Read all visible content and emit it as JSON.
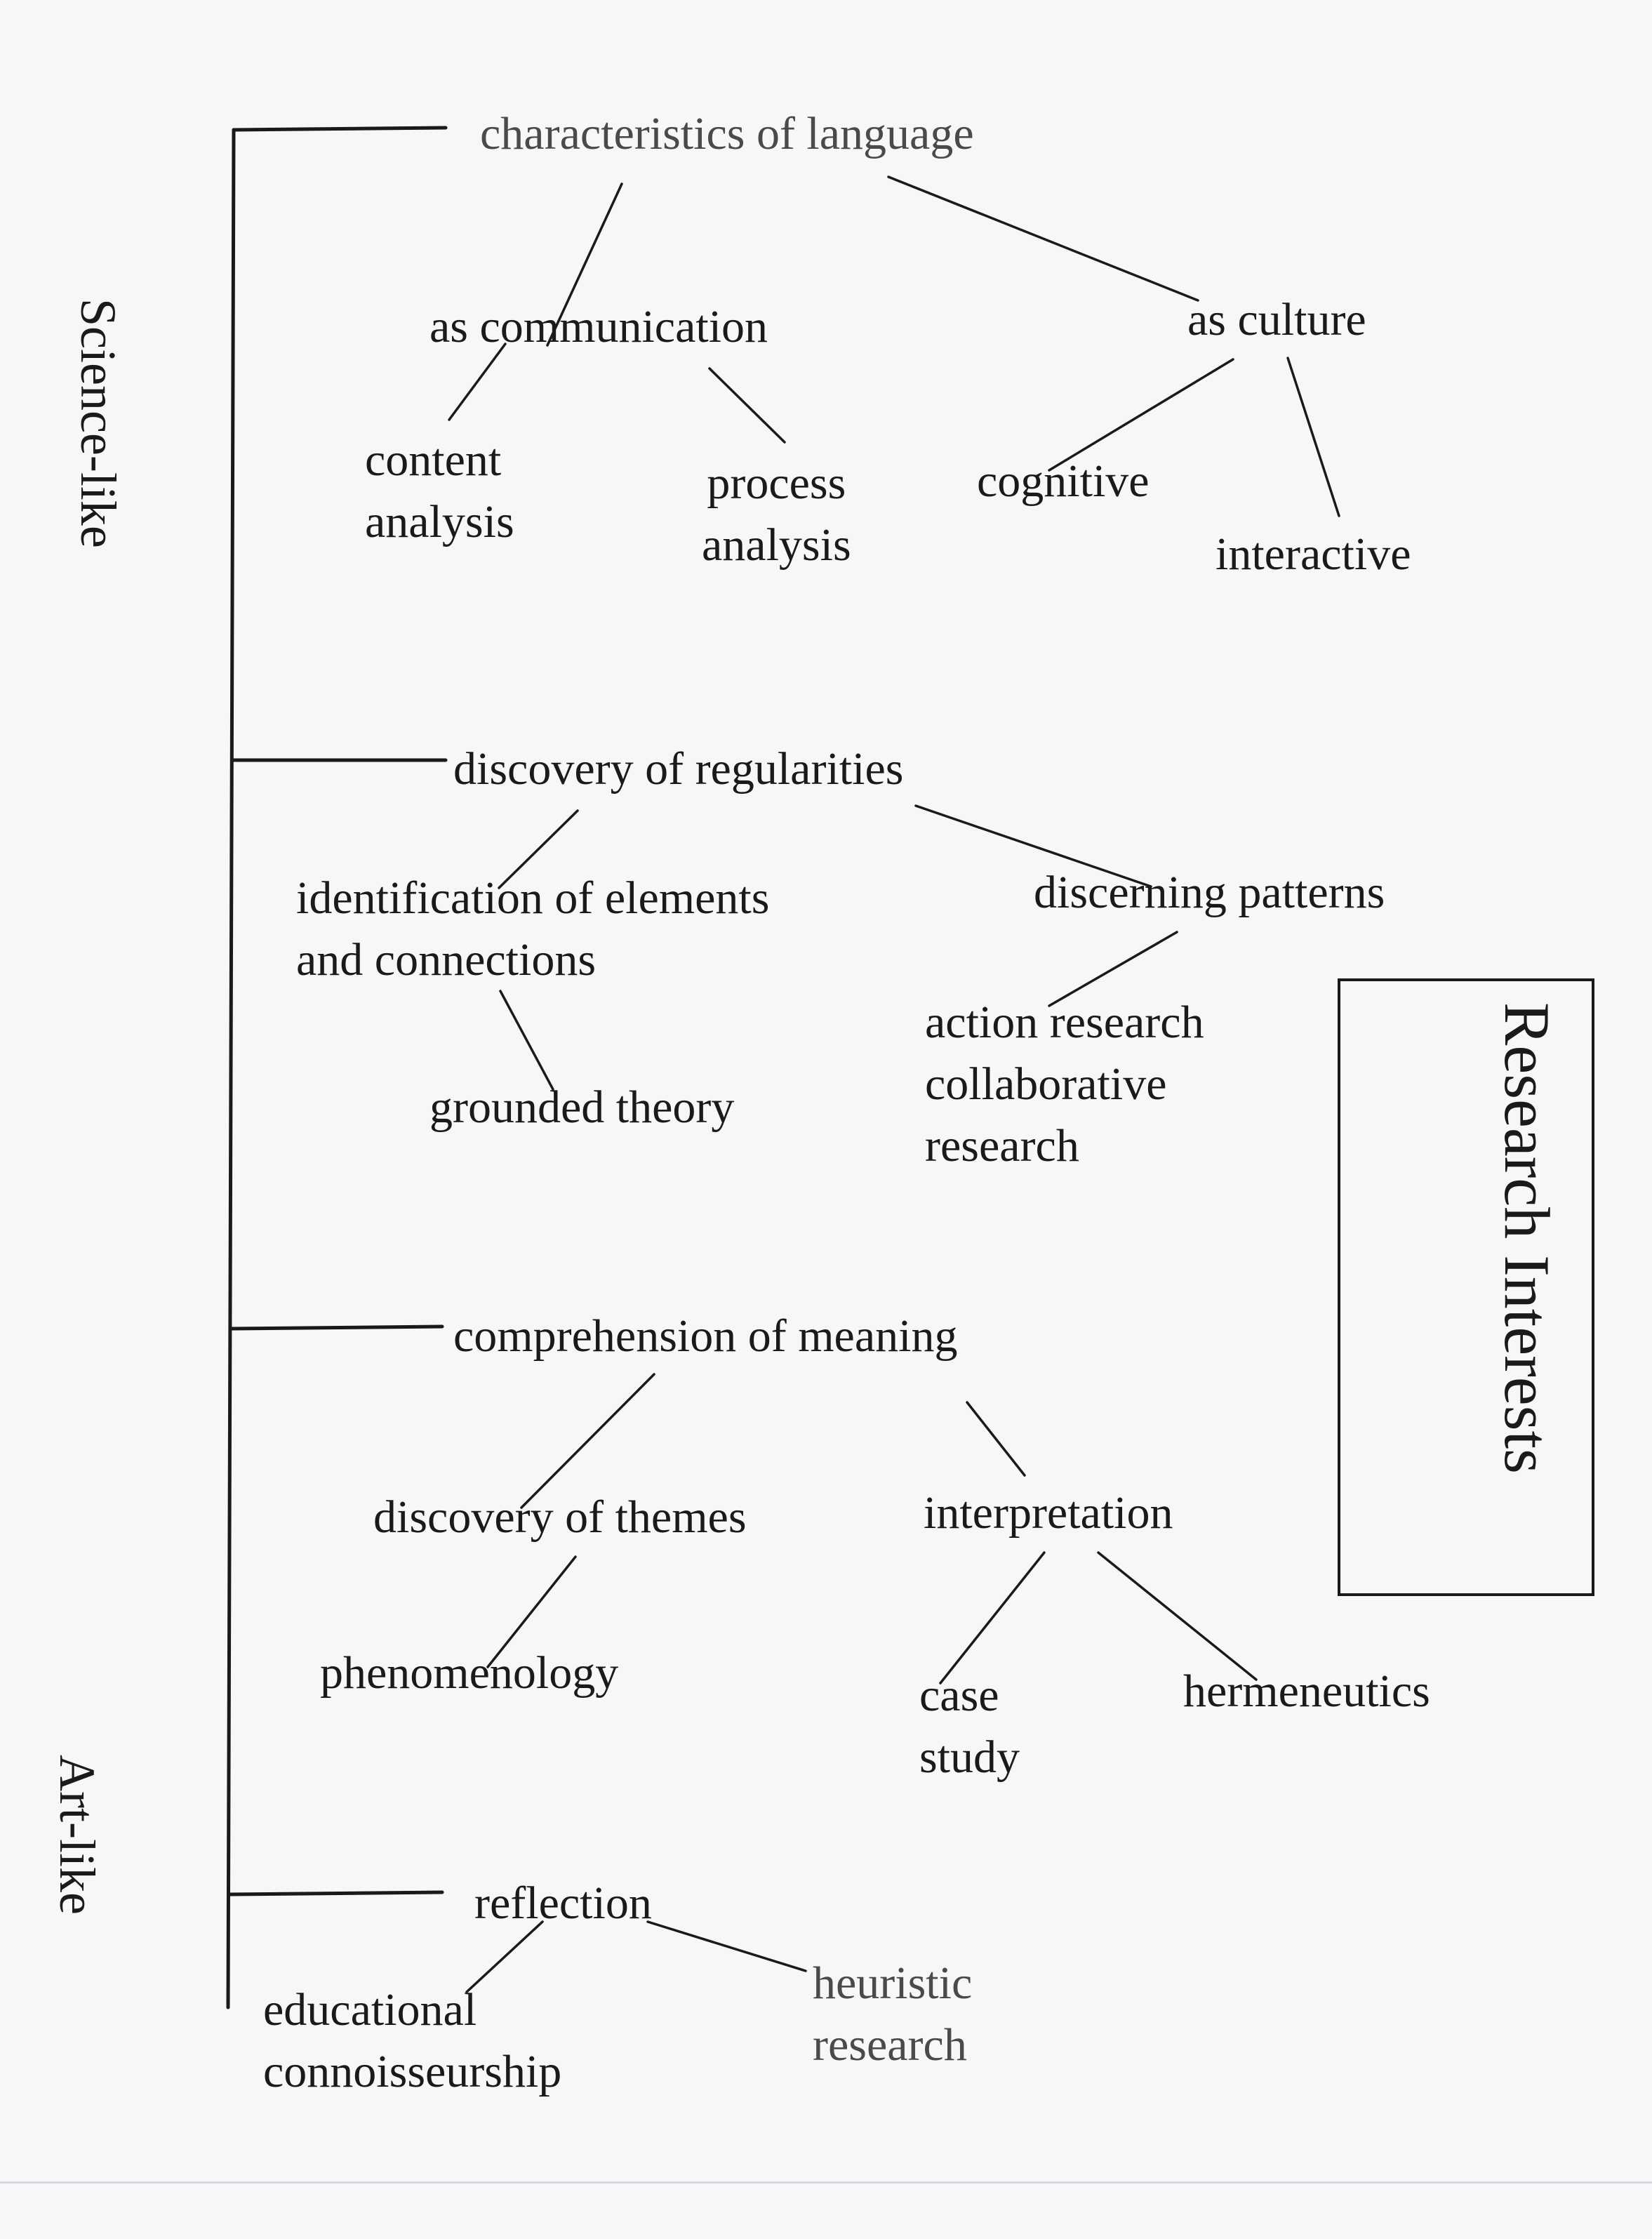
{
  "title": "Research Interests",
  "axis": {
    "top_label": "Science-like",
    "bottom_label": "Art-like"
  },
  "nodes": {
    "characteristics_of_language": "characteristics of language",
    "as_communication": "as communication",
    "content_analysis": "content\nanalysis",
    "process_analysis": "process\nanalysis",
    "as_culture": "as culture",
    "cognitive": "cognitive",
    "interactive": "interactive",
    "discovery_of_regularities": "discovery of regularities",
    "identification_of_elements": "identification of elements\nand connections",
    "grounded_theory": "grounded theory",
    "discerning_patterns": "discerning patterns",
    "action_research": "action research\ncollaborative\nresearch",
    "comprehension_of_meaning": "comprehension of meaning",
    "discovery_of_themes": "discovery of themes",
    "phenomenology": "phenomenology",
    "interpretation": "interpretation",
    "case_study": "case\nstudy",
    "hermeneutics": "hermeneutics",
    "reflection": "reflection",
    "educational_connoisseurship": "educational\nconnoisseurship",
    "heuristic_research": "heuristic\nresearch"
  }
}
